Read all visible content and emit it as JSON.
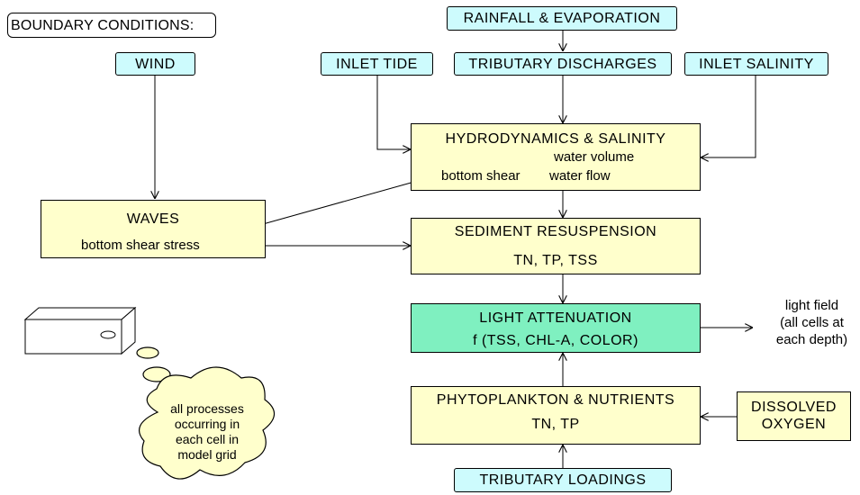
{
  "header": {
    "title": "BOUNDARY CONDITIONS:"
  },
  "inputs": {
    "wind": "WIND",
    "rainfall_evaporation": "RAINFALL & EVAPORATION",
    "inlet_tide": "INLET TIDE",
    "tributary_discharges": "TRIBUTARY DISCHARGES",
    "inlet_salinity": "INLET SALINITY",
    "tributary_loadings": "TRIBUTARY LOADINGS"
  },
  "processes": {
    "hydrodynamics": {
      "title": "HYDRODYNAMICS & SALINITY",
      "line1": "water volume",
      "line2a": "bottom shear",
      "line2b": "water flow"
    },
    "waves": {
      "title": "WAVES",
      "line1": "bottom shear stress"
    },
    "sediment": {
      "title": "SEDIMENT RESUSPENSION",
      "line1": "TN, TP, TSS"
    },
    "light": {
      "title": "LIGHT ATTENUATION",
      "line1": "f (TSS, CHL-A, COLOR)"
    },
    "phyto": {
      "title": "PHYTOPLANKTON & NUTRIENTS",
      "line1": "TN, TP"
    },
    "oxygen": {
      "line1": "DISSOLVED",
      "line2": "OXYGEN"
    }
  },
  "output": {
    "line1": "light field",
    "line2": "(all cells at",
    "line3": "each depth)"
  },
  "note": {
    "line1": "all processes",
    "line2": "occurring in",
    "line3": "each cell in",
    "line4": "model grid"
  },
  "colors": {
    "input_fill": "#cdfbfd",
    "process_fill": "#ffffcc",
    "highlight_fill": "#7ff0c0"
  }
}
